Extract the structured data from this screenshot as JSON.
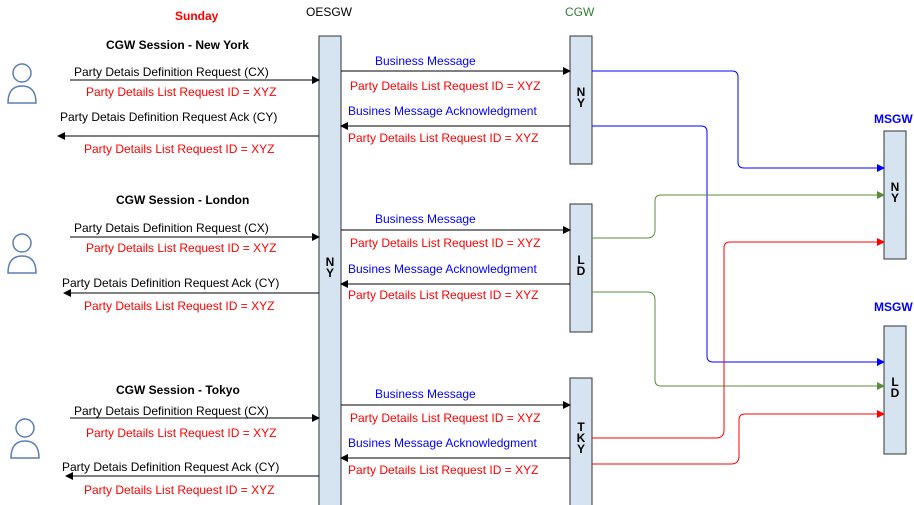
{
  "header": {
    "day": "Sunday",
    "oesgw": "OESGW",
    "cgw": "CGW",
    "msgw_top": "MSGW",
    "msgw_bottom": "MSGW"
  },
  "colors": {
    "red": "#ff0000",
    "blue": "#0000ff",
    "green": "#5b8c3a",
    "cgw_green": "#2e7d32",
    "box_fill": "#d6e4f2",
    "box_stroke": "#333333"
  },
  "boxes": {
    "oesgw_label": [
      "N",
      "Y"
    ],
    "cgw_ny": [
      "N",
      "Y"
    ],
    "cgw_ld": [
      "L",
      "D"
    ],
    "cgw_tky": [
      "T",
      "K",
      "Y"
    ],
    "msgw_ny": [
      "N",
      "Y"
    ],
    "msgw_ld": [
      "L",
      "D"
    ]
  },
  "sessions": [
    {
      "title": "CGW Session - New York",
      "req": "Party Detais Definition Request (CX)",
      "req_sub": "Party Details List Request ID = XYZ",
      "ack": "Party Detais Definition Request Ack (CY)",
      "ack_sub": "Party Details List Request ID = XYZ",
      "biz": "Business Message",
      "biz_sub": "Party Details List Request ID = XYZ",
      "biz_ack": "Busines Message Acknowledgment",
      "biz_ack_sub": "Party Details List Request ID = XYZ"
    },
    {
      "title": "CGW Session - London",
      "req": "Party Detais Definition Request (CX)",
      "req_sub": "Party Details List Request ID = XYZ",
      "ack": "Party Detais Definition Request Ack (CY)",
      "ack_sub": "Party Details List Request ID = XYZ",
      "biz": "Business Message",
      "biz_sub": "Party Details List Request ID = XYZ",
      "biz_ack": "Busines Message Acknowledgment",
      "biz_ack_sub": "Party Details List Request ID = XYZ"
    },
    {
      "title": "CGW Session - Tokyo",
      "req": "Party Detais Definition Request (CX)",
      "req_sub": "Party Details List Request ID = XYZ",
      "ack": "Party Detais Definition Request Ack (CY)",
      "ack_sub": "Party Details List Request ID = XYZ",
      "biz": "Business Message",
      "biz_sub": "Party Details List Request ID = XYZ",
      "biz_ack": "Busines Message Acknowledgment",
      "biz_ack_sub": "Party Details List Request ID = XYZ"
    }
  ]
}
